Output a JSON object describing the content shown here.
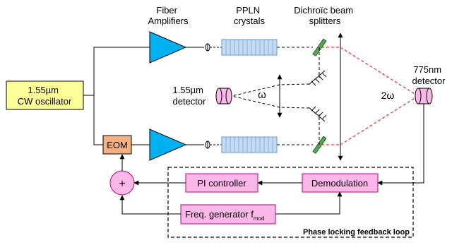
{
  "labels": {
    "fiber_amplifiers": [
      "Fiber",
      "Amplifiers"
    ],
    "ppln_crystals": [
      "PPLN",
      "crystals"
    ],
    "dichroic": [
      "Dichroïc beam",
      "splitters"
    ],
    "detector_775": [
      "775nm",
      "detector"
    ],
    "detector_155": [
      "1.55µm",
      "detector"
    ],
    "omega": "ω",
    "two_omega": "2ω",
    "oscillator": [
      "1.55µm",
      "CW oscillator"
    ],
    "eom": "EOM",
    "sum": "+",
    "pi_controller": "PI controller",
    "demodulation": "Demodulation",
    "freq_generator": "Freq. generator f",
    "freq_subscript": "mod",
    "feedback_loop": "Phase locking feedback loop"
  },
  "colors": {
    "oscillator_fill": "#ffff99",
    "eom_fill": "#f4b183",
    "amplifier_fill": "#00b0f0",
    "crystal_fill": "#c5d9f1",
    "crystal_stroke": "#5b9bd5",
    "electronics_fill": "#f9b8e8",
    "electronics_stroke": "#c0007a",
    "splitter_fill": "#4daf4a",
    "red_beam": "#ff0000"
  }
}
